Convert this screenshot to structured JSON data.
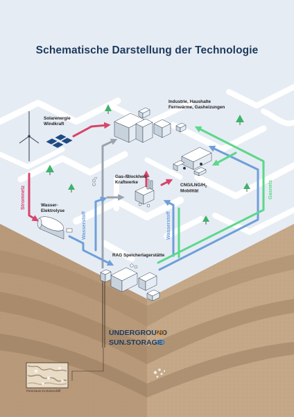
{
  "title": "Schematische Darstellung der Technologie",
  "nodes": {
    "solar_wind": [
      "Solarenergie",
      "Windkraft"
    ],
    "industrie": [
      "Industrie, Haushalte",
      "Fernwärme, Gasheizungen"
    ],
    "kraftwerk": [
      "Gas-/Blockheiz-",
      "Kraftwerke"
    ],
    "mobilitaet": [
      "CNG/LNG/H",
      "Mobilität"
    ],
    "mobilitaet_sub": "2",
    "elektrolyse": [
      "Wasser-",
      "Elektrolyse"
    ],
    "speicher": "RAG Speicherlagerstätte",
    "porenraum": "Porenraum im Dünnschliff"
  },
  "pipes": {
    "stromnetz": "Stromnetz",
    "co2": "CO",
    "co2_sub": "2",
    "wasserstoff_left": "Wasserstoff",
    "wasserstoff_right": "Wasserstoff",
    "gasnetz": "Gasnetz"
  },
  "logo": {
    "line1": "UNDERGROUND",
    "line2": "SUN.STORAGE",
    "year_top": "20",
    "year_bottom": "30"
  },
  "colors": {
    "background": "#e6ecf4",
    "road": "#ffffff",
    "title": "#1d3a5c",
    "strom": "#d6456b",
    "co2": "#9aa3ad",
    "wasserstoff": "#6f9fd8",
    "gasnetz": "#5bd88a",
    "tree": "#3db36b",
    "ground": "#b89a7a",
    "logo_year_top": "#e58e2a",
    "logo_year_bottom": "#2f7fc4"
  }
}
